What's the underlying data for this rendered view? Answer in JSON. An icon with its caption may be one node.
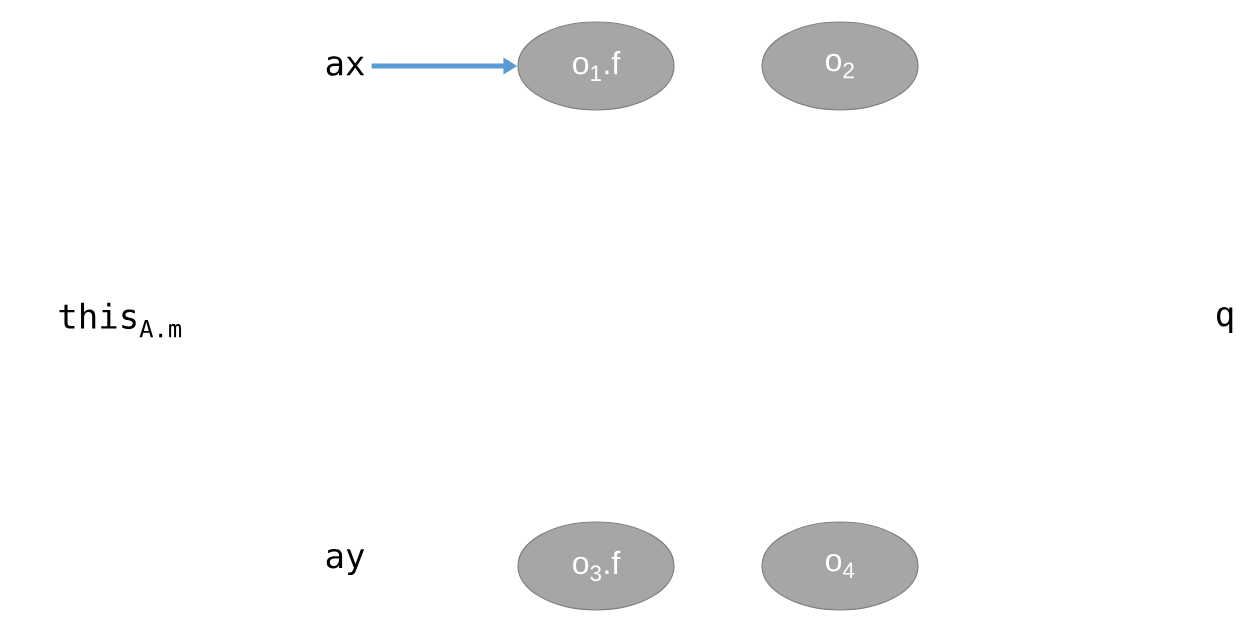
{
  "diagram": {
    "nodes": [
      {
        "text": [
          "ax"
        ]
      },
      {
        "text": [
          "o$_{1}$.f"
        ]
      },
      {
        "text": [
          "o$_{2}$"
        ]
      },
      {
        "text": [
          "o$_{3}$.f"
        ]
      },
      {
        "text": [
          "o$_{4}$"
        ]
      }
    ],
    "edges": [
      {
        "from": 0,
        "to": 1,
        "arrow": "to",
        "color": "#5b9bd5"
      }
    ],
    "labels": [
      "this$_{A.m}$",
      "q",
      "ay"
    ]
  }
}
